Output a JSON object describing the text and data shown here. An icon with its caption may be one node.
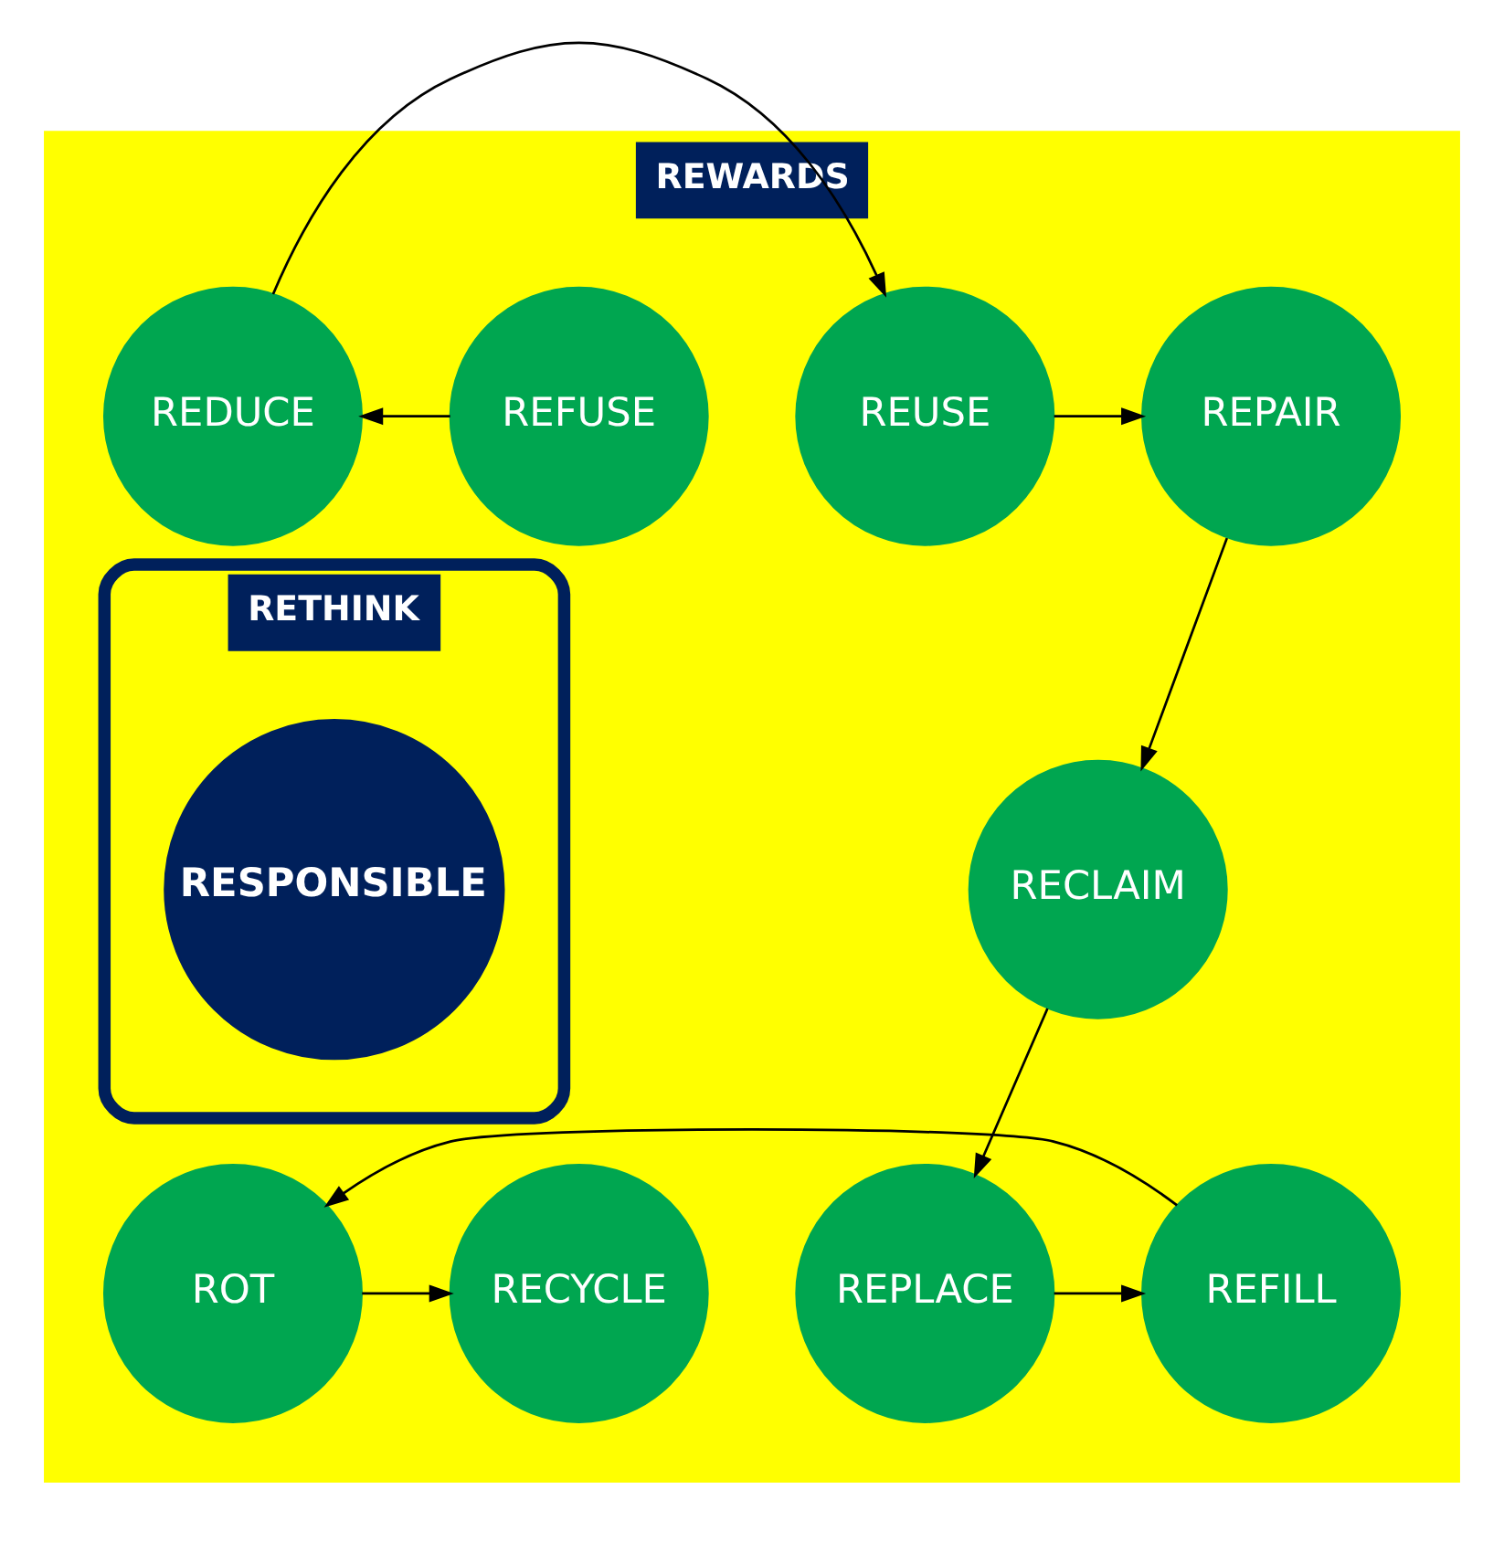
{
  "diagram": {
    "nodes": [
      {
        "text": [
          "REWARDS"
        ]
      },
      {
        "text": [
          "REFUSE"
        ],
        "in": 0
      },
      {
        "text": [
          "REDUCE"
        ],
        "in": 0
      },
      {
        "text": [
          "REUSE"
        ],
        "in": 0
      },
      {
        "text": [
          "REPAIR"
        ],
        "in": 0
      },
      {
        "text": [
          "RECLAIM"
        ],
        "in": 0
      },
      {
        "text": [
          "REPLACE"
        ],
        "in": 0
      },
      {
        "text": [
          "REFILL"
        ],
        "in": 0
      },
      {
        "text": [
          "ROT"
        ],
        "in": 0
      },
      {
        "text": [
          "RECYCLE"
        ],
        "in": 0
      },
      {
        "text": [
          "RETHINK"
        ],
        "in": 0
      },
      {
        "text": [
          "RESPONSIBLE"
        ],
        "in": 10
      }
    ],
    "edges": [
      {
        "from": 1,
        "to": 2,
        "arrow": "to"
      },
      {
        "from": 2,
        "to": 3,
        "arrow": "to"
      },
      {
        "from": 3,
        "to": 4,
        "arrow": "to"
      },
      {
        "from": 4,
        "to": 5,
        "arrow": "to"
      },
      {
        "from": 5,
        "to": 6,
        "arrow": "to"
      },
      {
        "from": 6,
        "to": 7,
        "arrow": "to"
      },
      {
        "from": 7,
        "to": 8,
        "arrow": "to"
      },
      {
        "from": 8,
        "to": 9,
        "arrow": "to"
      }
    ]
  }
}
